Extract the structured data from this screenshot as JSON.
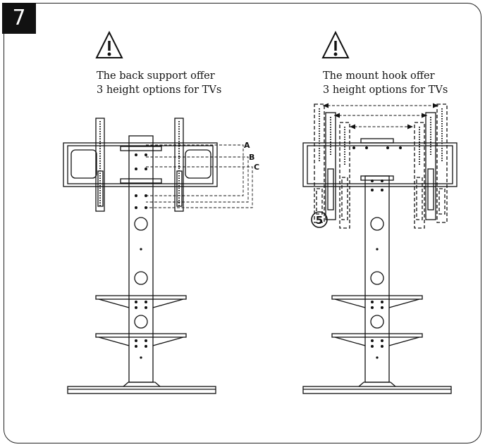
{
  "step": {
    "number": "7"
  },
  "left_panel": {
    "caption_line1": "The back support offer",
    "caption_line2": "3 height options for TVs",
    "height_labels": [
      "A",
      "B",
      "C"
    ]
  },
  "right_panel": {
    "caption_line1": "The mount hook offer",
    "caption_line2": "3 height options for TVs",
    "part_number": "5"
  },
  "icons": {
    "warning": "warning-triangle-icon"
  },
  "colors": {
    "line": "#111111",
    "badge": "#111111",
    "badge_text": "#ffffff"
  }
}
